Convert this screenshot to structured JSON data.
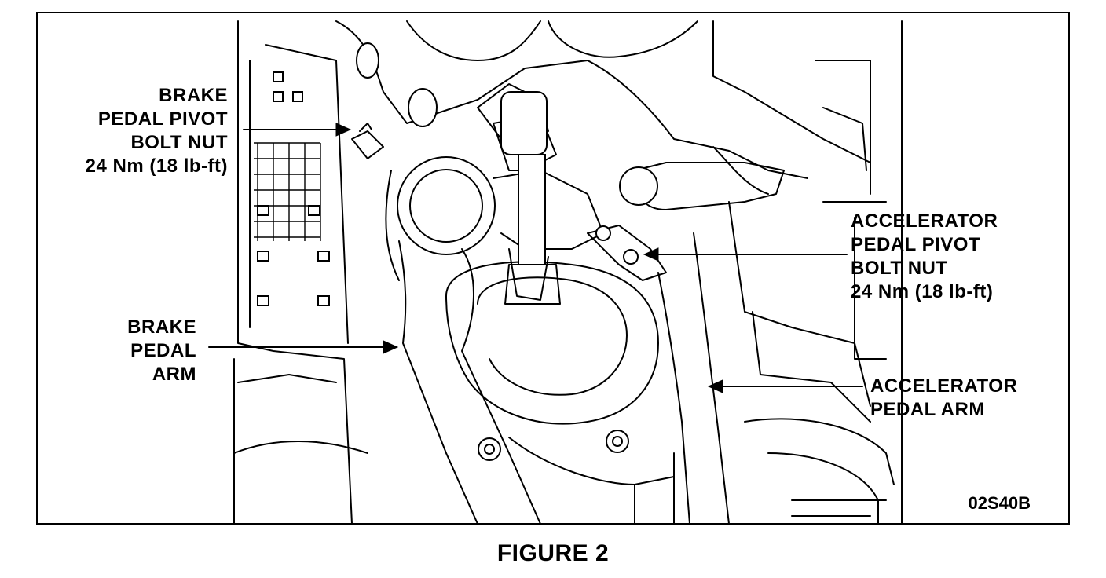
{
  "callouts": {
    "brake_pivot": [
      "BRAKE",
      "PEDAL PIVOT",
      "BOLT NUT",
      "24 Nm  (18 lb-ft)"
    ],
    "brake_arm": [
      "BRAKE",
      "PEDAL",
      "ARM"
    ],
    "accel_pivot": [
      "ACCELERATOR",
      "PEDAL PIVOT",
      "BOLT NUT",
      "24 Nm  (18 lb-ft)"
    ],
    "accel_arm": [
      "ACCELERATOR",
      "PEDAL ARM"
    ]
  },
  "figure_code": "02S40B",
  "caption": "FIGURE 2"
}
